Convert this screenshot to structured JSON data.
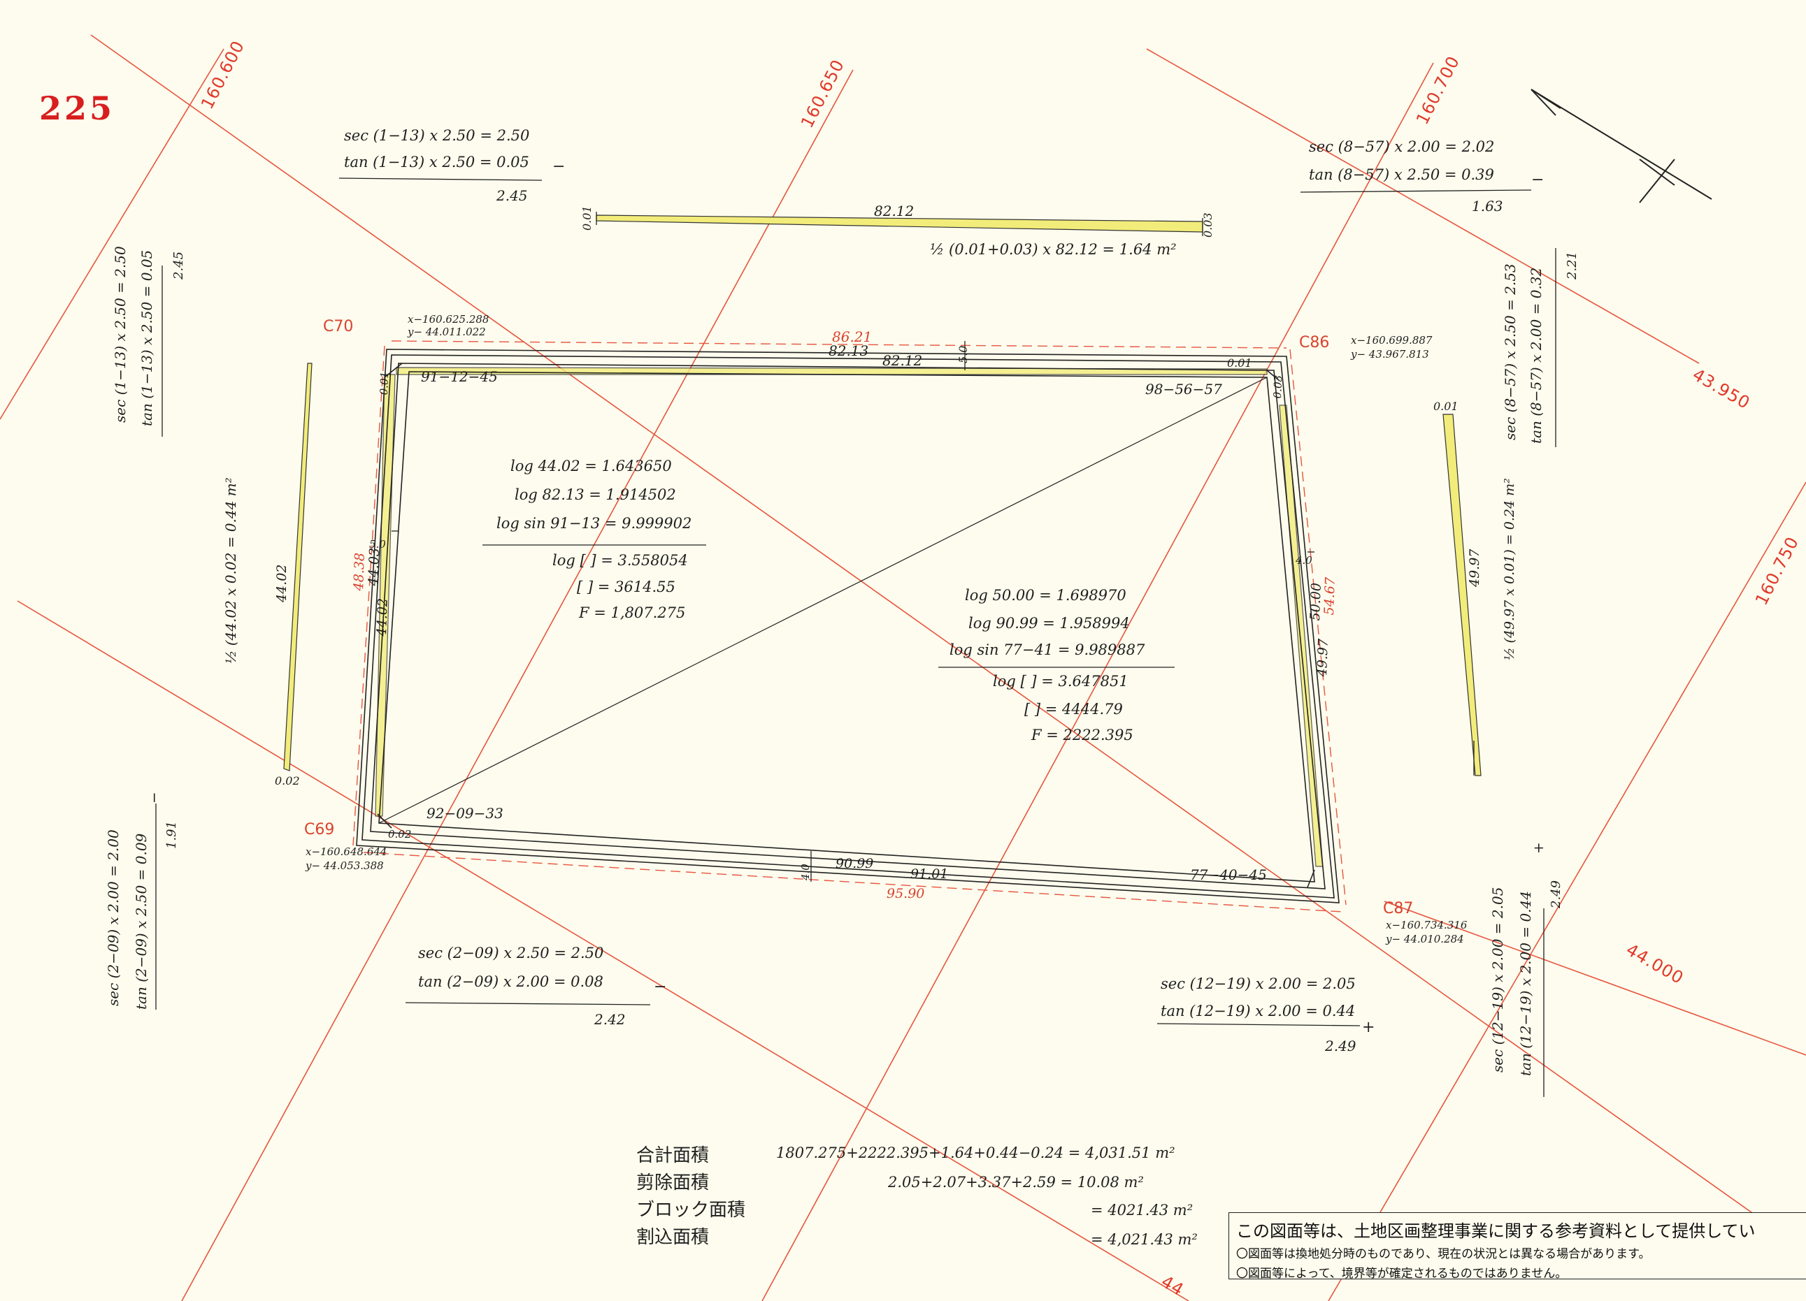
{
  "page_number": "225",
  "colors": {
    "grid_line": "#e8553f",
    "parcel_line": "#222222",
    "strip_fill": "#f2ec7a",
    "page_number": "#d81e1e"
  },
  "grid_labels": [
    "160.600",
    "160.650",
    "160.700",
    "43.950",
    "160.750",
    "44.000",
    "44"
  ],
  "corners": {
    "c70": {
      "name": "C70",
      "x": "x−160.625.288",
      "y": "y− 44.011.022"
    },
    "c86": {
      "name": "C86",
      "x": "x−160.699.887",
      "y": "y− 43.967.813"
    },
    "c69": {
      "name": "C69",
      "x": "x−160.648.644",
      "y": "y− 44.053.388"
    },
    "c87": {
      "name": "C87",
      "x": "x−160.734.316",
      "y": "y− 44.010.284"
    }
  },
  "angles": [
    "91−12−45",
    "98−56−57",
    "92−09−33",
    "77−40−45"
  ],
  "edges": {
    "top_red": "86.21",
    "top_1": "82.13",
    "top_2": "82.12",
    "top_width": "5.0",
    "left_red": "48.38",
    "left_1": "44.03",
    "left_2": "44.02",
    "left_width": "5.0",
    "left_top_small": "0.01",
    "right_red": "54.67",
    "right_1": "50.00",
    "right_2": "49.97",
    "right_width": "4.0",
    "right_top_small": "0.03",
    "bottom_red": "95.90",
    "bottom_1": "91.01",
    "bottom_2": "90.99",
    "bottom_width": "4.0",
    "top_right_small": "0.01",
    "bottom_left_small": "0.02"
  },
  "calc_top_left": {
    "l1": "sec (1−13) x 2.50 = 2.50",
    "l2": "tan (1−13) x 2.50 = 0.05",
    "sign": "−",
    "res": "2.45"
  },
  "calc_top_right": {
    "l1": "sec (8−57) x 2.00 = 2.02",
    "l2": "tan (8−57) x 2.50 = 0.39",
    "sign": "−",
    "res": "1.63"
  },
  "calc_left_vertical": {
    "l1": "sec (1−13) x 2.50 = 2.50",
    "l2": "tan (1−13) x 2.50 = 0.05",
    "res": "2.45"
  },
  "calc_right_vertical": {
    "l1": "sec (8−57) x 2.50 = 2.53",
    "l2": "tan (8−57) x 2.00 = 0.32",
    "res": "2.21"
  },
  "calc_bottom_left_vertical": {
    "l1": "sec (2−09) x 2.00 = 2.00",
    "l2": "tan (2−09) x 2.50 = 0.09",
    "sign": "−",
    "res": "1.91"
  },
  "calc_bottom_right_vertical": {
    "l1": "sec (12−19) x 2.00 = 2.05",
    "l2": "tan (12−19) x 2.00 = 0.44",
    "sign": "+",
    "res": "2.49"
  },
  "calc_bottom_left": {
    "l1": "sec (2−09) x 2.50 = 2.50",
    "l2": "tan (2−09) x 2.00 = 0.08",
    "sign": "−",
    "res": "2.42"
  },
  "calc_bottom_right": {
    "l1": "sec (12−19) x 2.00 = 2.05",
    "l2": "tan (12−19) x 2.00 = 0.44",
    "sign": "+",
    "res": "2.49"
  },
  "strip_top": {
    "left_end": "0.01",
    "right_end": "0.03",
    "length": "82.12",
    "formula": "½ (0.01+0.03) x 82.12 = 1.64 m²"
  },
  "strip_left": {
    "length": "44.02",
    "end": "0.02",
    "formula": "½ (44.02 x 0.02 = 0.44 m²"
  },
  "strip_right": {
    "length": "49.97",
    "end": "0.01",
    "formula": "½ (49.97 x 0.01) = 0.24 m²"
  },
  "log_a": {
    "l1": "log 44.02 = 1.643650",
    "l2": "log 82.13 = 1.914502",
    "l3": "log sin 91−13 = 9.999902",
    "l4": "log [ ] = 3.558054",
    "l5": "[ ] = 3614.55",
    "l6": "F = 1,807.275"
  },
  "log_b": {
    "l1": "log 50.00 = 1.698970",
    "l2": "log 90.99 = 1.958994",
    "l3": "log sin 77−41 = 9.989887",
    "l4": "log [ ] = 3.647851",
    "l5": "[ ] = 4444.79",
    "l6": "F = 2222.395"
  },
  "summary": {
    "label_total": "合計面積",
    "label_cut": "剪除面積",
    "label_block": "ブロック面積",
    "label_alloc": "割込面積",
    "val_total": "1807.275+2222.395+1.64+0.44−0.24 = 4,031.51 m²",
    "val_cut": "2.05+2.07+3.37+2.59 = 10.08 m²",
    "val_block": "= 4021.43 m²",
    "val_alloc": "= 4,021.43 m²"
  },
  "disclaimer": {
    "line1": "この図面等は、土地区画整理事業に関する参考資料として提供してい",
    "line2": "〇図面等は換地処分時のものであり、現在の状況とは異なる場合があります。",
    "line3": "〇図面等によって、境界等が確定されるものではありません。"
  }
}
